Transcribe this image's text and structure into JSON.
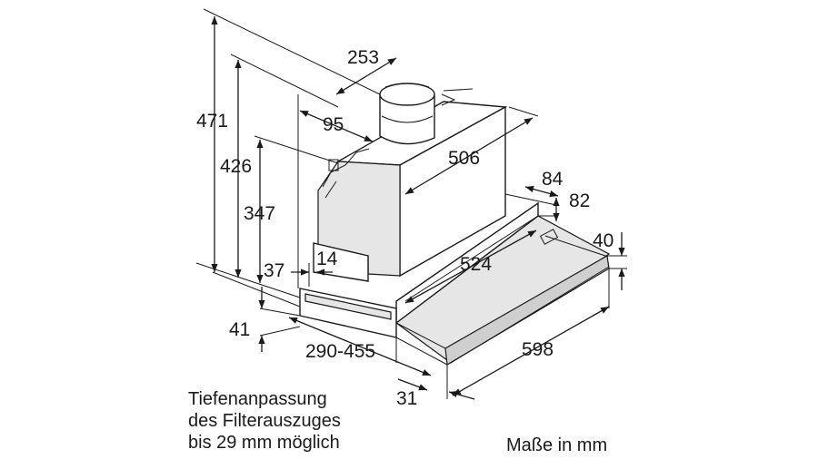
{
  "dimensions": {
    "d253": "253",
    "d471": "471",
    "d426": "426",
    "d347": "347",
    "d95": "95",
    "d506": "506",
    "d84": "84",
    "d82": "82",
    "d40": "40",
    "d14": "14",
    "d37": "37",
    "d524": "524",
    "d41": "41",
    "d290_455": "290-455",
    "d598": "598",
    "d31": "31"
  },
  "notes": {
    "filter_line1": "Tiefenanpassung",
    "filter_line2": "des Filterauszuges",
    "filter_line3": "bis 29 mm möglich",
    "units": "Maße in mm"
  }
}
